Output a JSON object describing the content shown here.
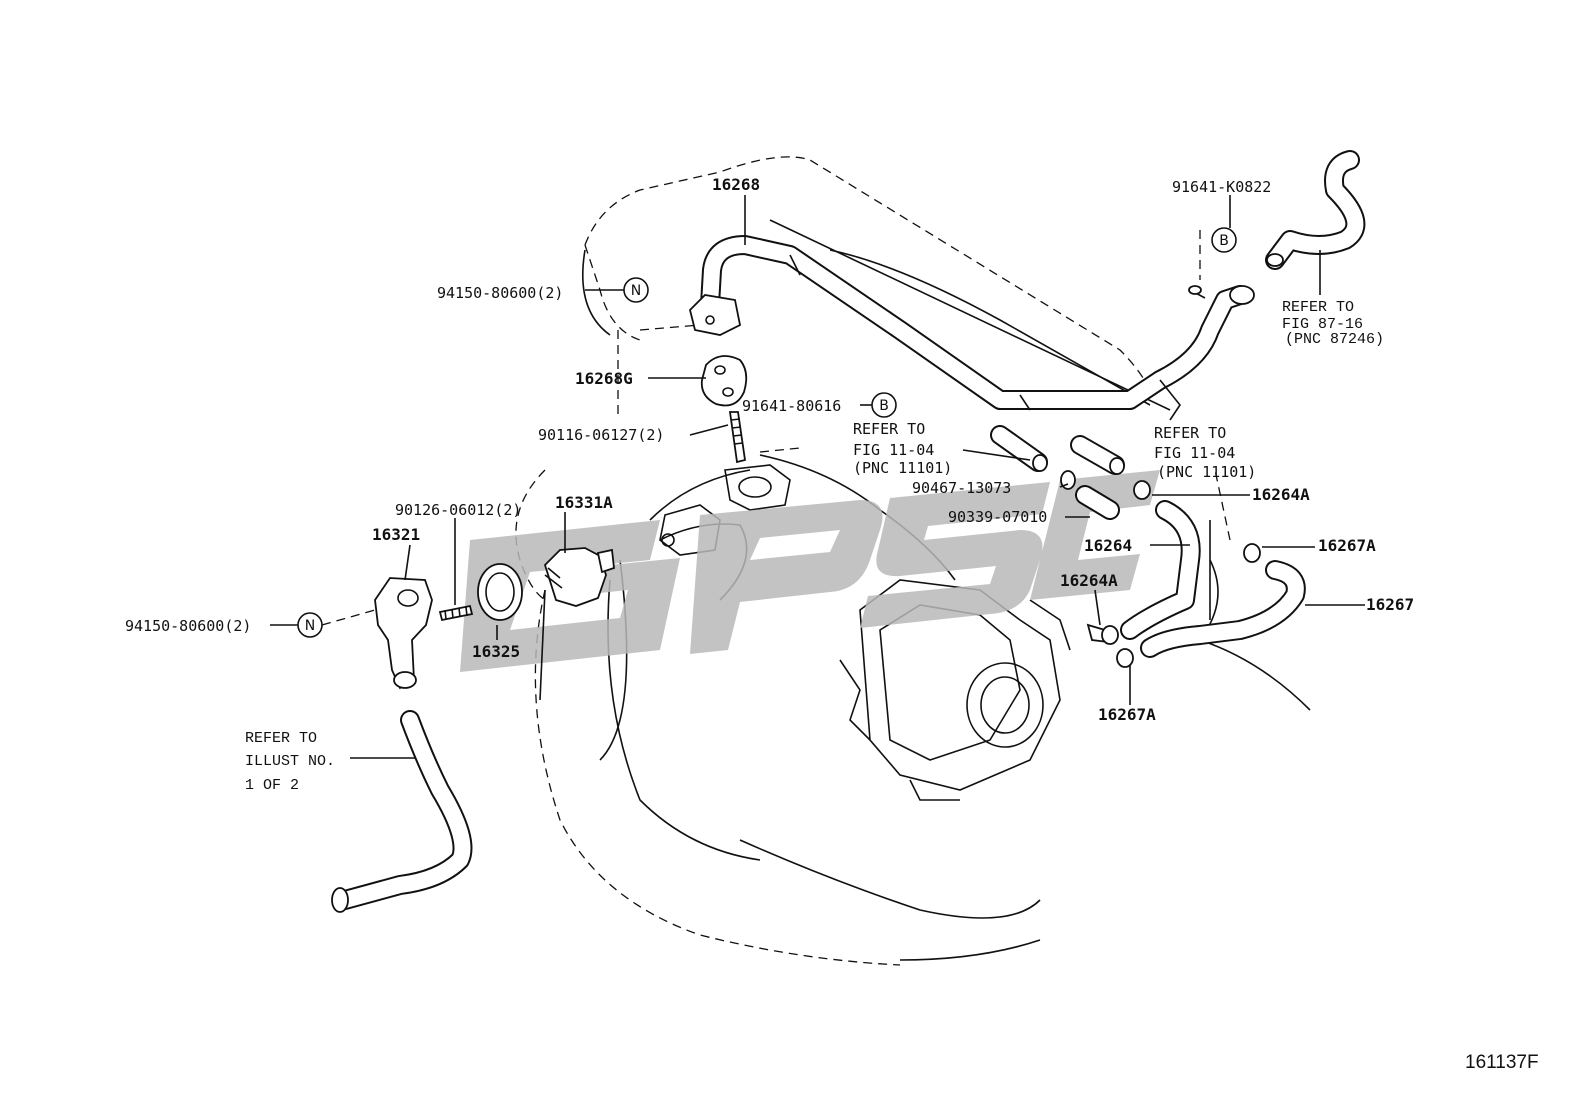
{
  "parts": {
    "p16268": "16268",
    "p16268g": "16268G",
    "p94150_top": "94150-80600(2)",
    "p94150_bot": "94150-80600(2)",
    "n_symbol": "N",
    "b_symbol": "B",
    "p90116": "90116-06127(2)",
    "p90126": "90126-06012(2)",
    "p16331a": "16331A",
    "p16321": "16321",
    "p16325": "16325",
    "p91641_80616": "91641-80616",
    "p91641_k0822": "91641-K0822",
    "p90467": "90467-13073",
    "p90339": "90339-07010",
    "p16264": "16264",
    "p16264a_right": "16264A",
    "p16264a_left": "16264A",
    "p16267a_right": "16267A",
    "p16267a_bottom": "16267A",
    "p16267": "16267"
  },
  "notes": {
    "fig8716": [
      "REFER TO",
      "FIG 87-16",
      "(PNC 87246)"
    ],
    "fig1104_left": [
      "REFER TO",
      "FIG 11-04",
      "(PNC 11101)"
    ],
    "fig1104_right": [
      "REFER TO",
      "FIG 11-04",
      "(PNC 11101)"
    ],
    "illust": [
      "REFER TO",
      "ILLUST NO.",
      "1 OF 2"
    ]
  },
  "drawing_code": "161137F",
  "watermark": "GPSC"
}
